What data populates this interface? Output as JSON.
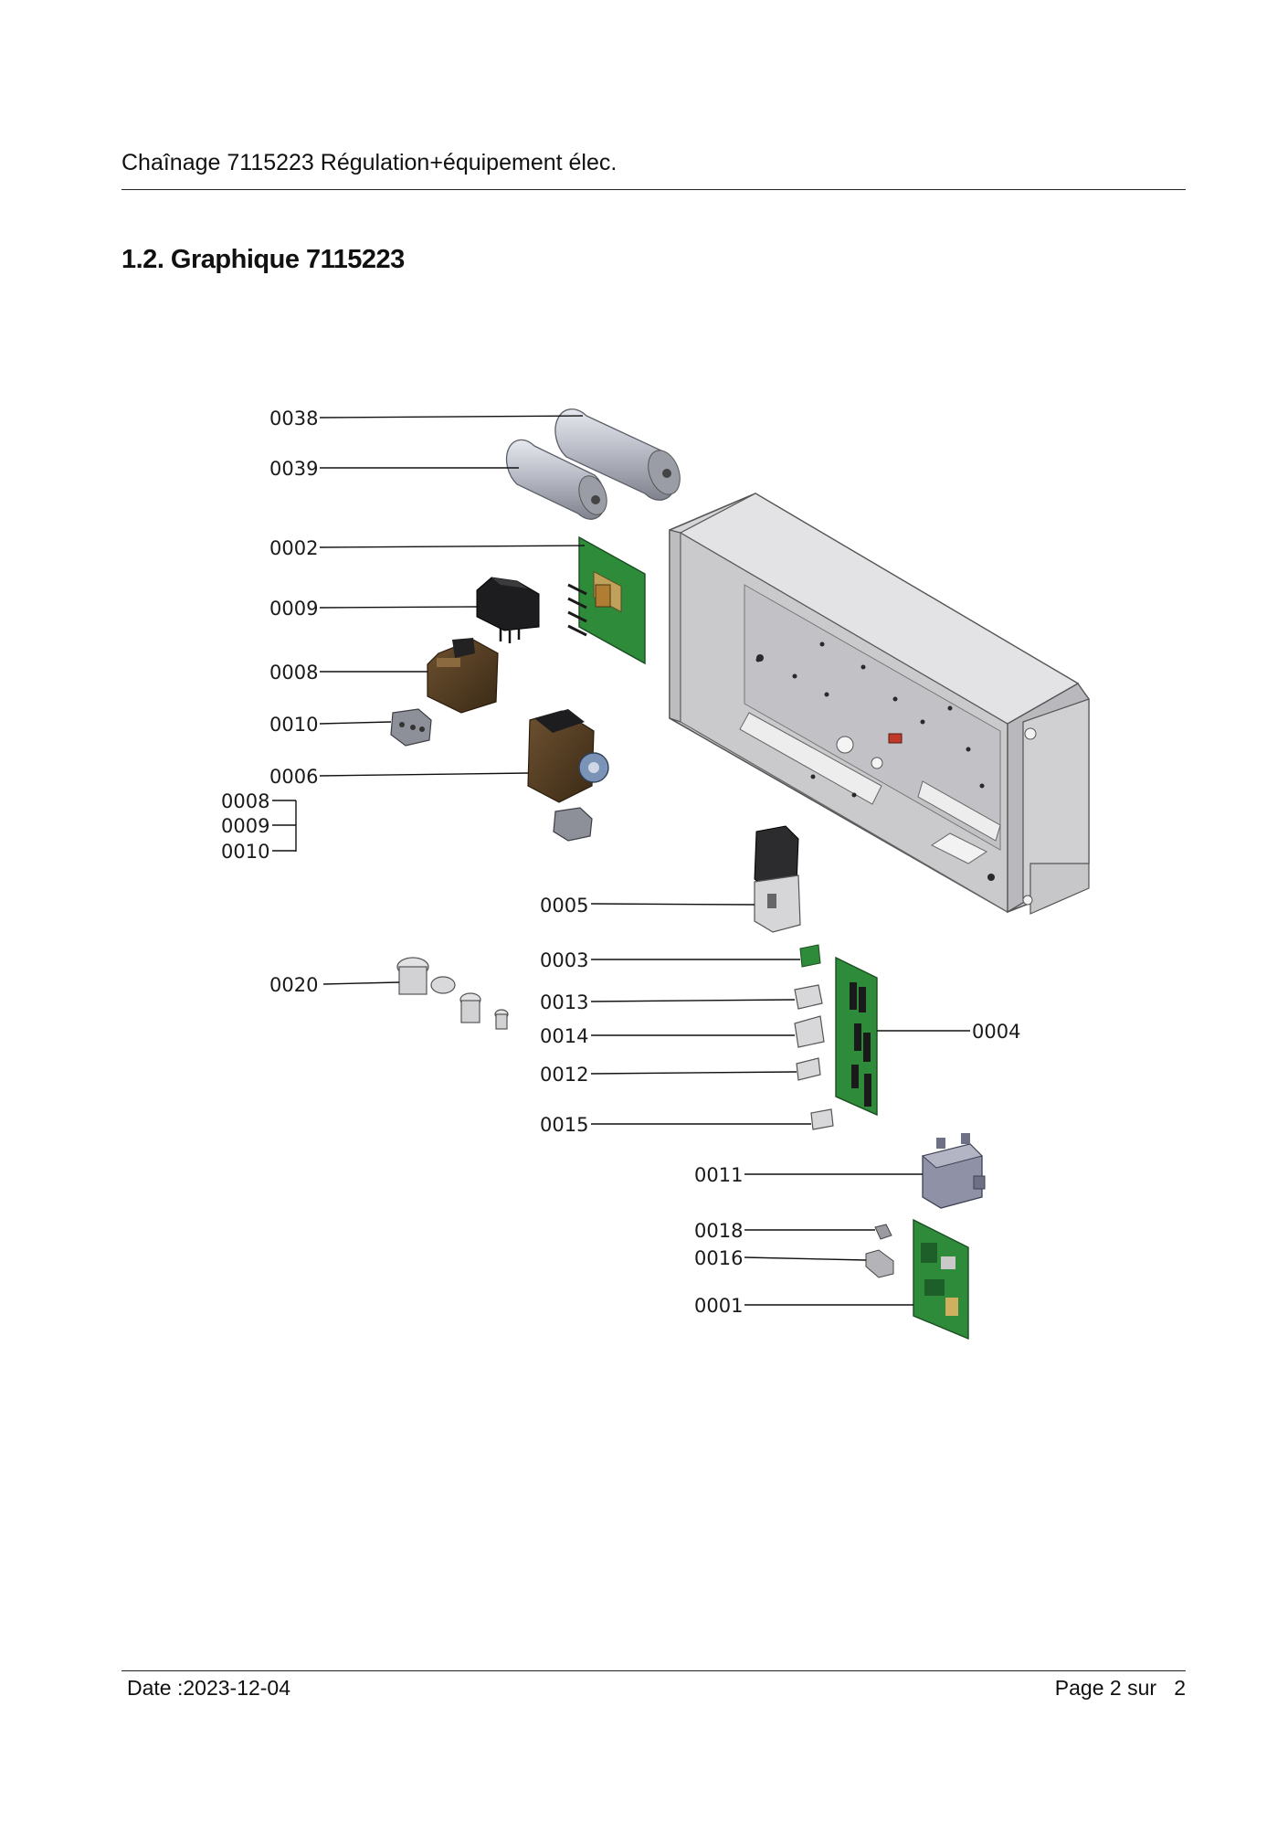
{
  "header": {
    "title": "Chaînage 7115223 Régulation+équipement élec."
  },
  "section": {
    "title": "1.2. Graphique 7115223"
  },
  "drawing": {
    "labels": {
      "p0038": "0038",
      "p0039": "0039",
      "p0002": "0002",
      "p0009": "0009",
      "p0008": "0008",
      "p0010": "0010",
      "p0006": "0006",
      "p0008b": "0008",
      "p0009b": "0009",
      "p0010b": "0010",
      "p0005": "0005",
      "p0020": "0020",
      "p0003": "0003",
      "p0013": "0013",
      "p0014": "0014",
      "p0012": "0012",
      "p0015": "0015",
      "p0004": "0004",
      "p0011": "0011",
      "p0018": "0018",
      "p0016": "0016",
      "p0001": "0001"
    }
  },
  "footer": {
    "date": "Date :2023-12-04",
    "page": "Page 2 sur   2"
  }
}
